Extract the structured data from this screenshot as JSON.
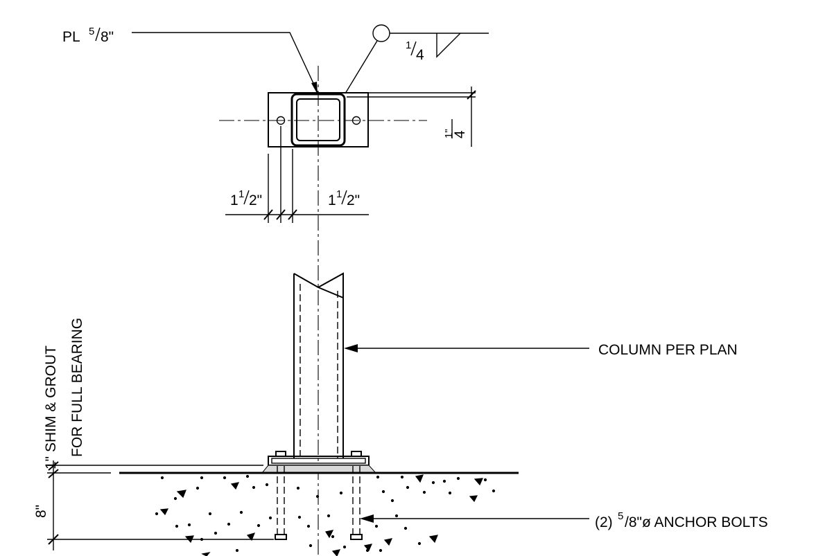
{
  "labels": {
    "plate_symbol": "PL",
    "plate_fraction_num": "5",
    "plate_fraction_den": "8\"",
    "weld_fraction_num": "1",
    "weld_fraction_den": "4",
    "edge_dim_num": "1\"",
    "edge_dim_den": "4",
    "dim_left": "1",
    "dim_right": "1",
    "dim_fraction_num": "1",
    "dim_fraction_den": "2\"",
    "column_note": "COLUMN PER PLAN",
    "anchor_note": "(2)5/8\"ø ANCHOR BOLTS",
    "anchor_prefix": "(2)",
    "anchor_num": "5",
    "anchor_rest": "/8\"ø ANCHOR BOLTS",
    "shim_note_line1": "1\" SHIM & GROUT",
    "shim_note_line2": "FOR FULL BEARING",
    "embed_dim": "8\""
  },
  "colors": {
    "line": "#000000",
    "grout": "#d9d9d9",
    "background": "#ffffff"
  }
}
